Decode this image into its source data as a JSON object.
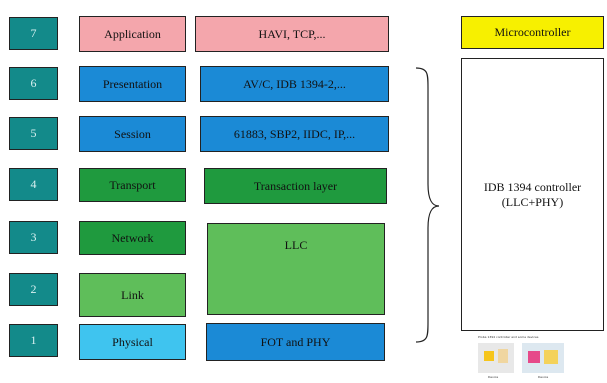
{
  "layers": [
    {
      "num": "7",
      "name": "Application",
      "impl": "HAVI, TCP,..."
    },
    {
      "num": "6",
      "name": "Presentation",
      "impl": "AV/C, IDB 1394-2,..."
    },
    {
      "num": "5",
      "name": "Session",
      "impl": "61883, SBP2, IIDC, IP,..."
    },
    {
      "num": "4",
      "name": "Transport",
      "impl": "Transaction layer"
    },
    {
      "num": "3",
      "name": "Network"
    },
    {
      "num": "2",
      "name": "Link"
    },
    {
      "num": "1",
      "name": "Physical",
      "impl": "FOT and PHY"
    }
  ],
  "llc_label": "LLC",
  "microcontroller_label": "Microcontroller",
  "controller_label": "IDB 1394 controller\n(LLC+PHY)",
  "thumbnail": {
    "caption": "Proba 1394 controller and some devices",
    "item_labels": [
      "Device",
      "Device"
    ]
  },
  "colors": {
    "number": "#138a8a",
    "application": "#f4a6ac",
    "presentation_session": "#1b8ad6",
    "transport_network": "#1f9a3e",
    "link_llc": "#5fbe5a",
    "physical": "#3fc4ef",
    "microcontroller": "#f7f000"
  }
}
